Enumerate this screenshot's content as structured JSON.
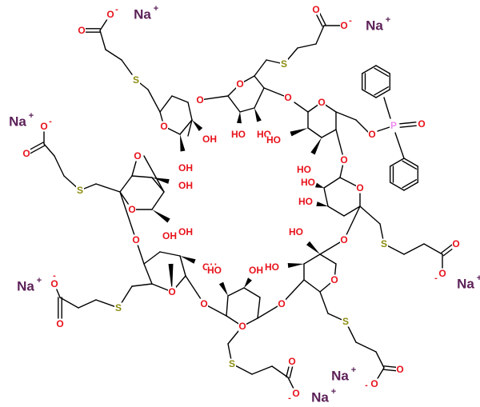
{
  "colors": {
    "bond": "#000000",
    "oxygen": "#e8121b",
    "sulfur": "#8c8c0f",
    "phosphorus": "#f08cf0",
    "sodium": "#5c2158"
  },
  "atoms": {
    "oxygen": "O",
    "hydroxyl": "HO",
    "hydroxyl_r": "OH",
    "sulfur": "S",
    "phosphorus": "P",
    "sodium": "Na",
    "plus": "+",
    "minus": "-"
  },
  "ions": [
    {
      "id": "na1"
    },
    {
      "id": "na2"
    },
    {
      "id": "na3"
    },
    {
      "id": "na4"
    },
    {
      "id": "na5"
    },
    {
      "id": "na6"
    },
    {
      "id": "na7"
    }
  ]
}
